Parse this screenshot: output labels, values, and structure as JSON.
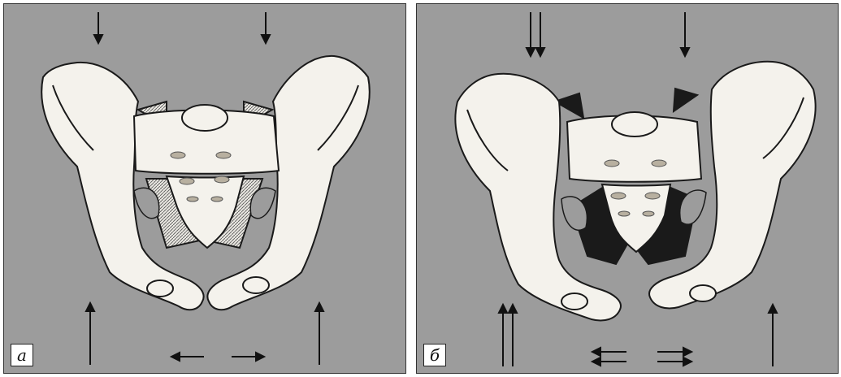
{
  "figure": {
    "panels": [
      {
        "id": "a",
        "label": "а",
        "state": "normal"
      },
      {
        "id": "b",
        "label": "б",
        "state": "disrupted"
      }
    ],
    "colors": {
      "background": "#9c9c9c",
      "bone": "#f4f2ec",
      "outline": "#1a1a1a",
      "ligament": "#1a1a1a"
    },
    "icons": [
      "down-arrow-icon",
      "up-arrow-icon",
      "left-arrow-icon",
      "right-arrow-icon"
    ]
  }
}
